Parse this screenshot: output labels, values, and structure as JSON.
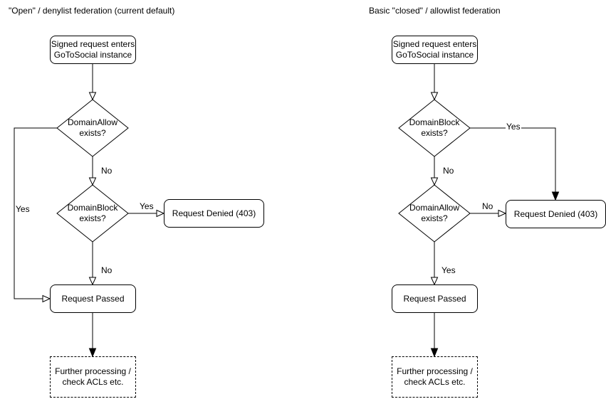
{
  "background": "#ffffff",
  "stroke_color": "#000000",
  "text_color": "#000000",
  "charts": [
    {
      "title": "\"Open\" / denylist federation (current default)",
      "start": "Signed request enters\nGoToSocial instance",
      "decision1": "DomainAllow\nexists?",
      "decision2": "DomainBlock\nexists?",
      "denied": "Request Denied (403)",
      "passed": "Request Passed",
      "further": "Further processing /\ncheck ACLs etc.",
      "edge_labels": {
        "decision1_branch": "Yes",
        "decision1_down": "No",
        "decision2_branch": "Yes",
        "decision2_down": "No"
      }
    },
    {
      "title": "Basic \"closed\" / allowlist federation",
      "start": "Signed request enters\nGoToSocial instance",
      "decision1": "DomainBlock\nexists?",
      "decision2": "DomainAllow\nexists?",
      "denied": "Request Denied (403)",
      "passed": "Request Passed",
      "further": "Further processing /\ncheck ACLs etc.",
      "edge_labels": {
        "decision1_branch": "Yes",
        "decision1_down": "No",
        "decision2_branch": "No",
        "decision2_down": "Yes"
      }
    }
  ]
}
